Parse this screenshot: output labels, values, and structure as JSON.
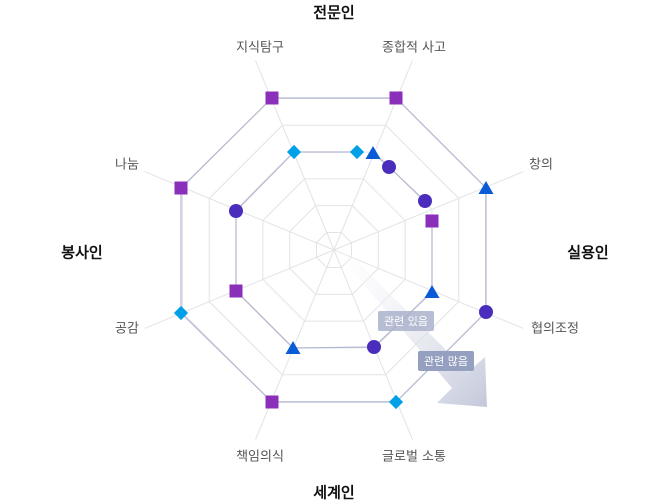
{
  "groups": {
    "top": "전문인",
    "right": "실용인",
    "bottom": "세계인",
    "left": "봉사인"
  },
  "axes": [
    "지식탐구",
    "종합적 사고",
    "창의",
    "협의조정",
    "글로벌 소통",
    "책임의식",
    "공감",
    "나눔"
  ],
  "tags": {
    "some": "관련 있음",
    "many": "관련 많음"
  },
  "colors": {
    "square": "#8a2fba",
    "diamond": "#00a0e9",
    "triangle": "#0a5bd6",
    "circle": "#4a2dbd",
    "line": "#b3b8d0",
    "grid": "#e3e3e6"
  }
}
